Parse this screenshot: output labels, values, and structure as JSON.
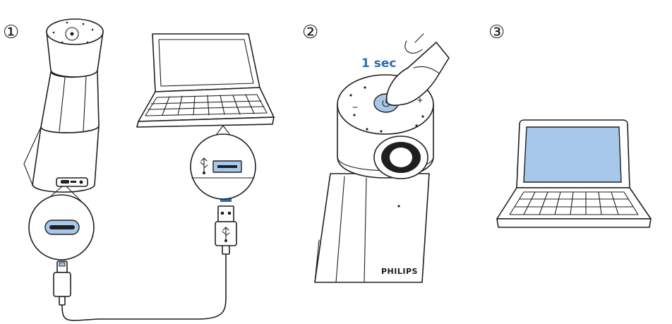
{
  "steps": {
    "one": "①",
    "two": "②",
    "three": "③"
  },
  "hold_duration": "1 sec",
  "brand_name": "PHILIPS",
  "icons": {
    "usb_symbol": "usb-icon",
    "power_symbol": "power-icon",
    "insert_arrow": "arrow-up-icon"
  },
  "colors": {
    "accent": "#2a6fae",
    "highlight": "#a7c8ea",
    "outline": "#1f1f1f"
  }
}
